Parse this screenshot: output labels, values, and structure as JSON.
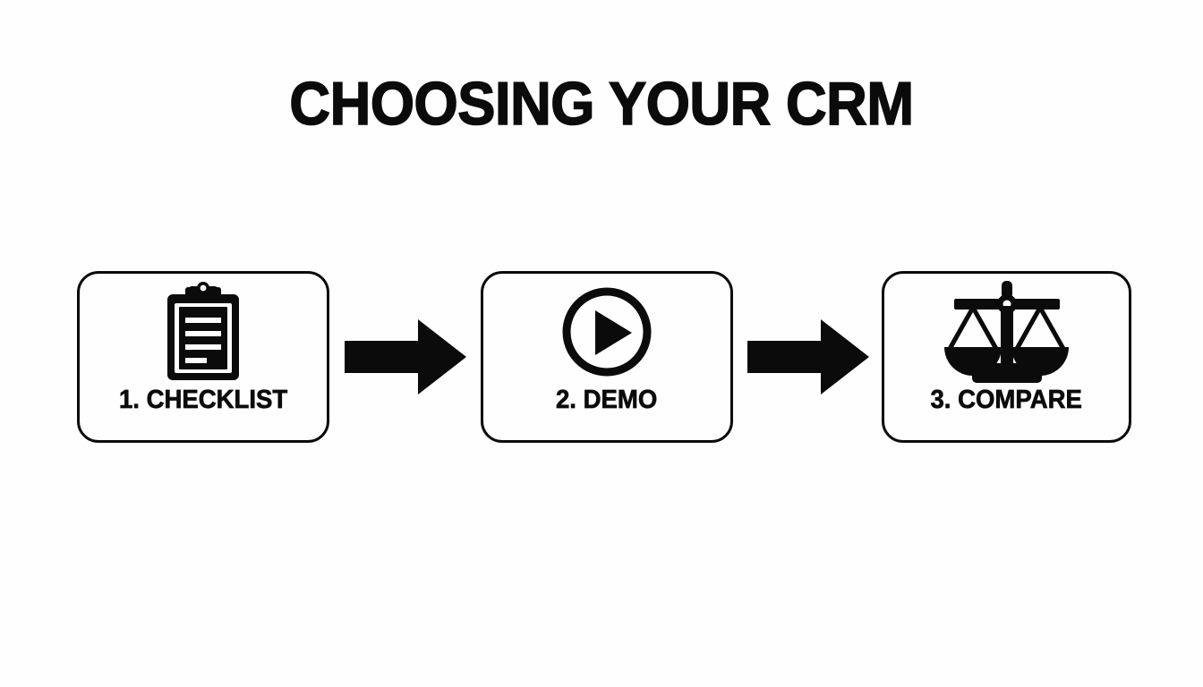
{
  "slide": {
    "title": "CHOOSING YOUR CRM",
    "background_color": "#fefefe",
    "ink_color": "#0b0b0b"
  },
  "flow": {
    "steps": [
      {
        "label": "1. CHECKLIST",
        "icon": "clipboard-icon",
        "number": "1",
        "name": "checklist"
      },
      {
        "label": "2. DEMO",
        "icon": "play-circle-icon",
        "number": "2",
        "name": "demo"
      },
      {
        "label": "3. COMPARE",
        "icon": "balance-scale-icon",
        "number": "3",
        "name": "compare"
      }
    ],
    "connectors": [
      {
        "icon": "arrow-right-icon"
      },
      {
        "icon": "arrow-right-icon"
      }
    ]
  }
}
